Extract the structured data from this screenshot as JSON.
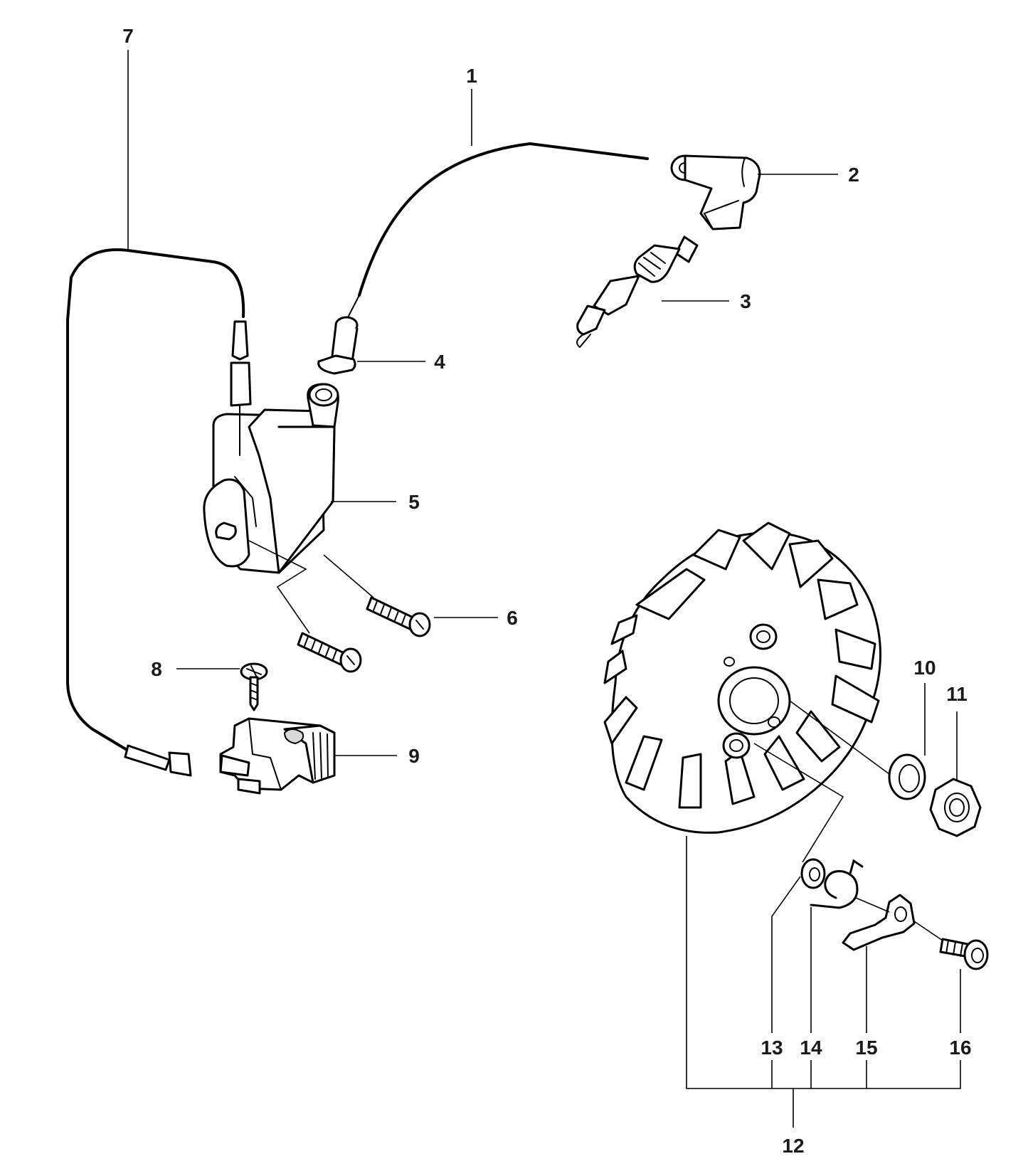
{
  "callouts": [
    {
      "id": "1",
      "text": "1"
    },
    {
      "id": "2",
      "text": "2"
    },
    {
      "id": "3",
      "text": "3"
    },
    {
      "id": "4",
      "text": "4"
    },
    {
      "id": "5",
      "text": "5"
    },
    {
      "id": "6",
      "text": "6"
    },
    {
      "id": "7",
      "text": "7"
    },
    {
      "id": "8",
      "text": "8"
    },
    {
      "id": "9",
      "text": "9"
    },
    {
      "id": "10",
      "text": "10"
    },
    {
      "id": "11",
      "text": "11"
    },
    {
      "id": "12",
      "text": "12"
    },
    {
      "id": "13",
      "text": "13"
    },
    {
      "id": "14",
      "text": "14"
    },
    {
      "id": "15",
      "text": "15"
    },
    {
      "id": "16",
      "text": "16"
    }
  ],
  "colors": {
    "line": "#000000",
    "label": "#1a1a1a",
    "background": "#ffffff"
  }
}
